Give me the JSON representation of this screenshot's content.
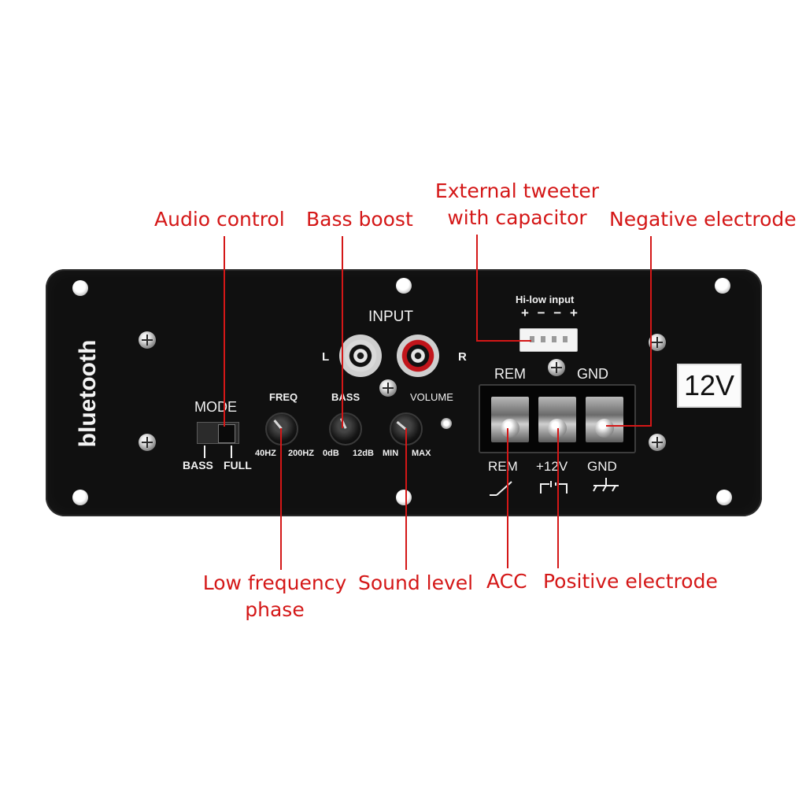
{
  "callouts": {
    "audio_control": "Audio control",
    "bass_boost": "Bass boost",
    "external_tweeter_line1": "External tweeter",
    "external_tweeter_line2": "with capacitor",
    "negative_electrode": "Negative electrode",
    "low_frequency_line1": "Low frequency",
    "low_frequency_line2": "phase",
    "sound_level": "Sound level",
    "acc": "ACC",
    "positive_electrode": "Positive electrode"
  },
  "panel": {
    "brand": "bluetooth",
    "input_title": "INPUT",
    "input_left": "L",
    "input_right": "R",
    "hilow_title": "Hi-low input",
    "hilow_pins": "+ − − +",
    "mode_title": "MODE",
    "mode_left": "BASS",
    "mode_right": "FULL",
    "freq_title": "FREQ",
    "freq_min": "40HZ",
    "freq_max": "200HZ",
    "bass_title": "BASS",
    "bass_min": "0dB",
    "bass_max": "12dB",
    "volume_title": "VOLUME",
    "volume_min": "MIN",
    "volume_max": "MAX",
    "terminal_top_left": "REM",
    "terminal_top_right": "GND",
    "terminal_bottom": [
      "REM",
      "+12V",
      "GND"
    ],
    "voltage_badge": "12V"
  },
  "colors": {
    "callout": "#d41717",
    "panel": "#101010",
    "panel_text": "#f2f2f2"
  }
}
